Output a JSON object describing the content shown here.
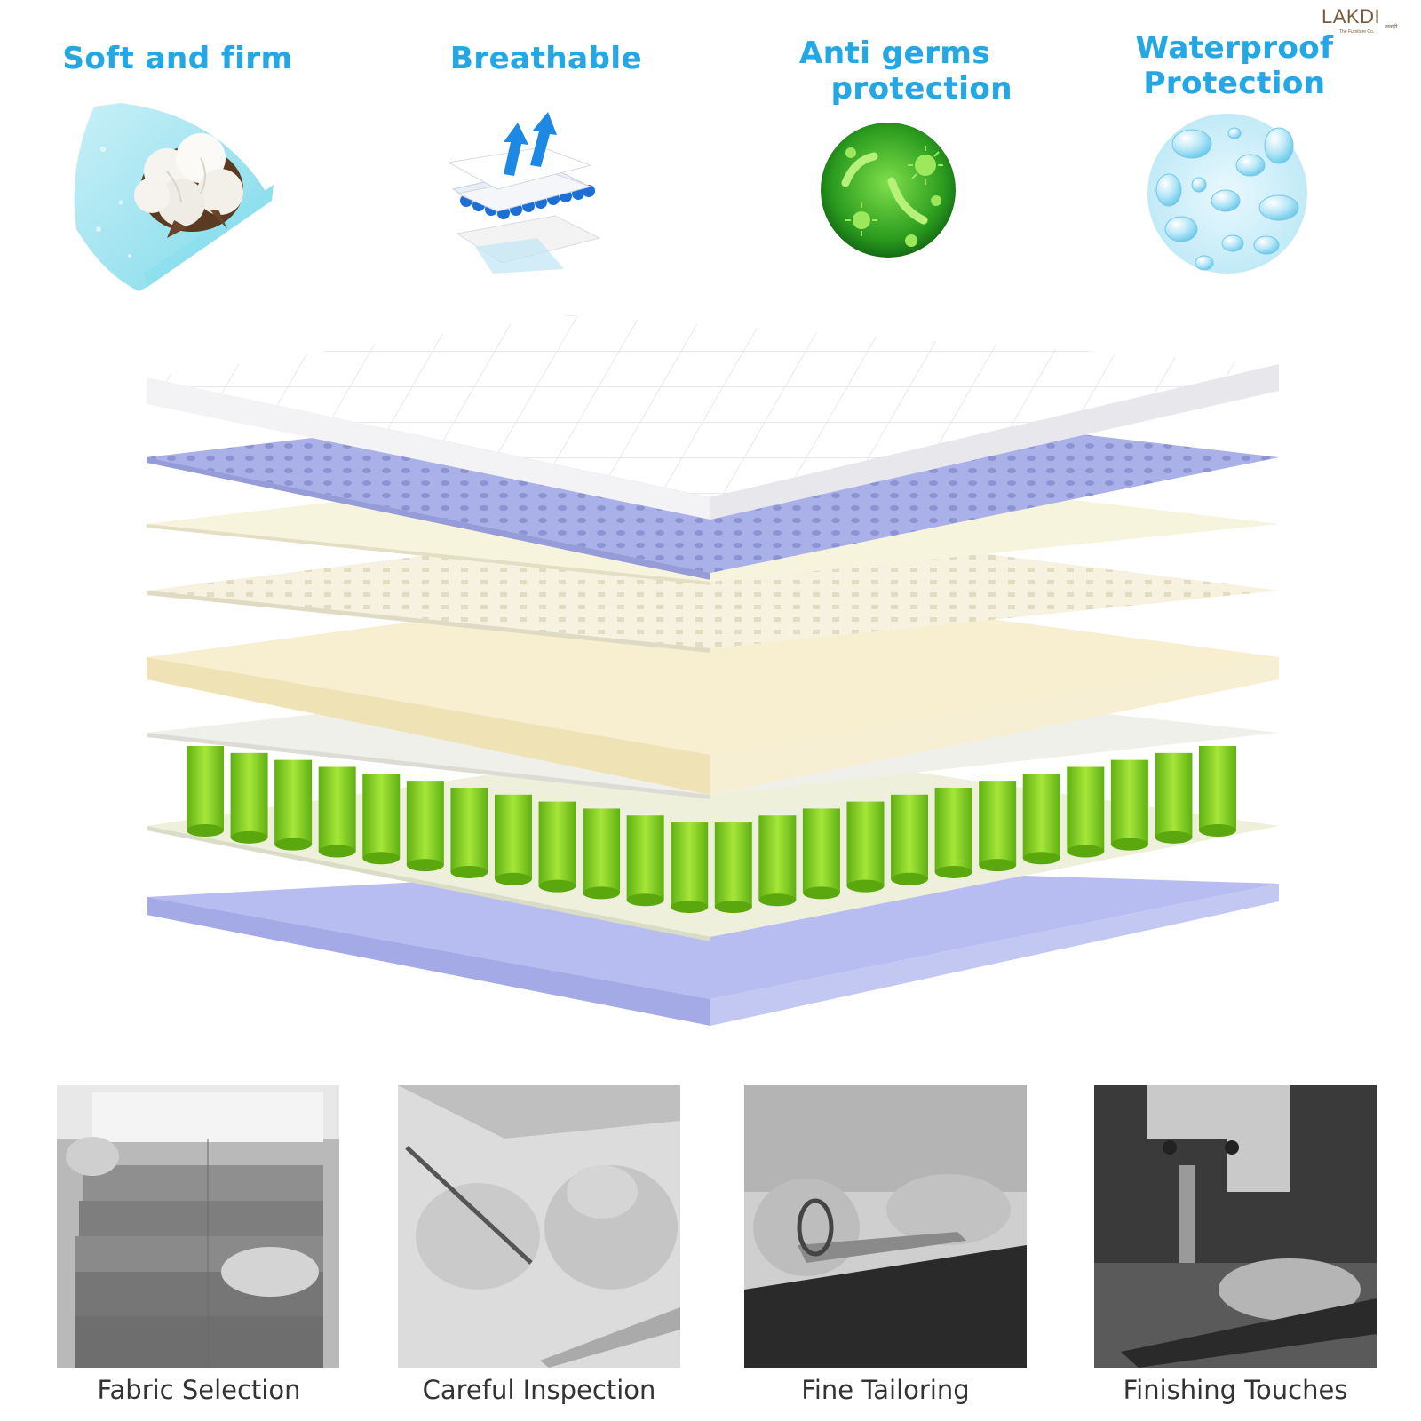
{
  "brand": {
    "logo_text": "LAKDI",
    "logo_side_text": "लकड़ी",
    "logo_tagline": "The Furniture Co."
  },
  "features": [
    {
      "title": "Soft and firm",
      "icon": "cotton-foam-icon"
    },
    {
      "title": "Breathable",
      "icon": "airflow-layers-icon"
    },
    {
      "title": "Anti germs protection",
      "title_line1": "Anti germs",
      "title_line2": "protection",
      "icon": "germs-icon"
    },
    {
      "title": "Waterproof Protection",
      "title_line1": "Waterproof",
      "title_line2": "Protection",
      "icon": "water-drops-icon"
    }
  ],
  "mattress": {
    "layers": [
      "quilted-top",
      "perforated-blue-foam",
      "cream-sheet",
      "perforated-latex",
      "cream-foam",
      "pocket-springs",
      "base-sheet",
      "blue-base-foam"
    ],
    "colors": {
      "quilt": "#ffffff",
      "blue_foam": "#aab1e8",
      "cream": "#f5efd6",
      "spring_green": "#7fd11f",
      "base_blue": "#a9b2ea"
    }
  },
  "process": [
    {
      "caption": "Fabric Selection",
      "photo": "fabric-selection-photo"
    },
    {
      "caption": "Careful Inspection",
      "photo": "careful-inspection-photo"
    },
    {
      "caption": "Fine Tailoring",
      "photo": "fine-tailoring-photo"
    },
    {
      "caption": "Finishing Touches",
      "photo": "finishing-touches-photo"
    }
  ],
  "colors": {
    "accent": "#25a7e3",
    "caption_text": "#333333",
    "green": "#3cb01d"
  }
}
